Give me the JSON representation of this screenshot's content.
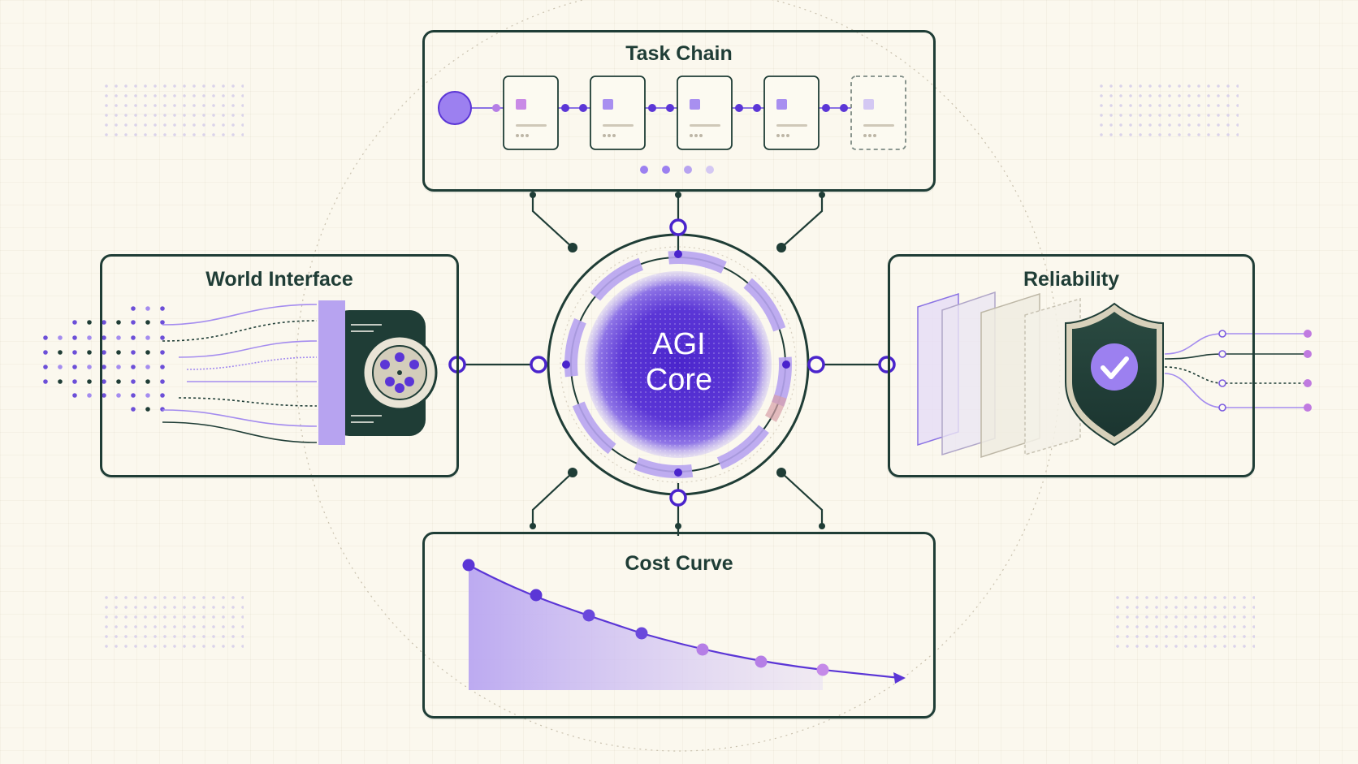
{
  "core": {
    "line1": "AGI",
    "line2": "Core"
  },
  "panels": {
    "task_chain": {
      "title": "Task Chain",
      "steps": 5,
      "progress_dots": 4
    },
    "world_interface": {
      "title": "World Interface"
    },
    "reliability": {
      "title": "Reliability",
      "badge_icon": "shield-check-icon"
    },
    "cost_curve": {
      "title": "Cost Curve"
    }
  },
  "colors": {
    "ink": "#1f3d36",
    "accent": "#7b5be0",
    "accent_light": "#b7a3f0",
    "core": "#5b36d6",
    "background": "#fbf8ee"
  }
}
